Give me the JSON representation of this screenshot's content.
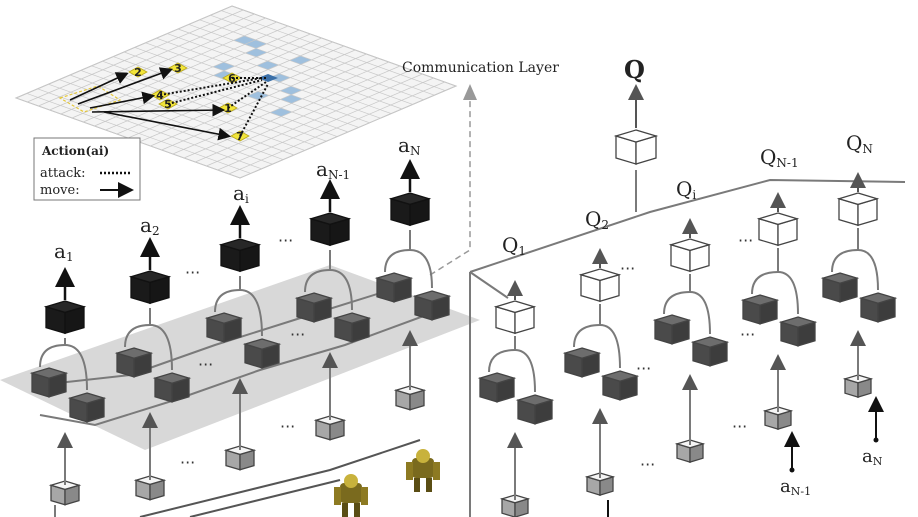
{
  "communication_layer": "Communication Layer",
  "legend": {
    "title": "Action(",
    "title_sub": "ai",
    "title_close": ")",
    "attack": "attack:",
    "move": "move:"
  },
  "grid_numbers": [
    "2",
    "3",
    "4",
    "6",
    "5",
    "1",
    "7"
  ],
  "left_outputs": [
    {
      "main": "a",
      "sub": "1"
    },
    {
      "main": "a",
      "sub": "2"
    },
    {
      "main": "a",
      "sub": "i"
    },
    {
      "main": "a",
      "sub": "N-1"
    },
    {
      "main": "a",
      "sub": "N"
    }
  ],
  "right_outputs": [
    {
      "main": "Q",
      "sub": "1"
    },
    {
      "main": "Q",
      "sub": "2"
    },
    {
      "main": "Q",
      "sub": "i"
    },
    {
      "main": "Q",
      "sub": "N-1"
    },
    {
      "main": "Q",
      "sub": "N"
    }
  ],
  "total_q": "Q",
  "right_inputs": [
    {
      "main": "a",
      "sub": "N-1"
    },
    {
      "main": "a",
      "sub": "N"
    }
  ],
  "ellipsis": "···",
  "colors": {
    "cube_dark": "#575757",
    "cube_black": "#1f1f1f",
    "cube_light": "#c4c4c4",
    "cube_white": "#ffffff",
    "plane": "#d6d6d6",
    "highlight_cell": "#f2e53a",
    "blue_cell": "#9fc0de"
  },
  "icons": [
    "robot-unit-icon",
    "robot-unit-icon"
  ]
}
